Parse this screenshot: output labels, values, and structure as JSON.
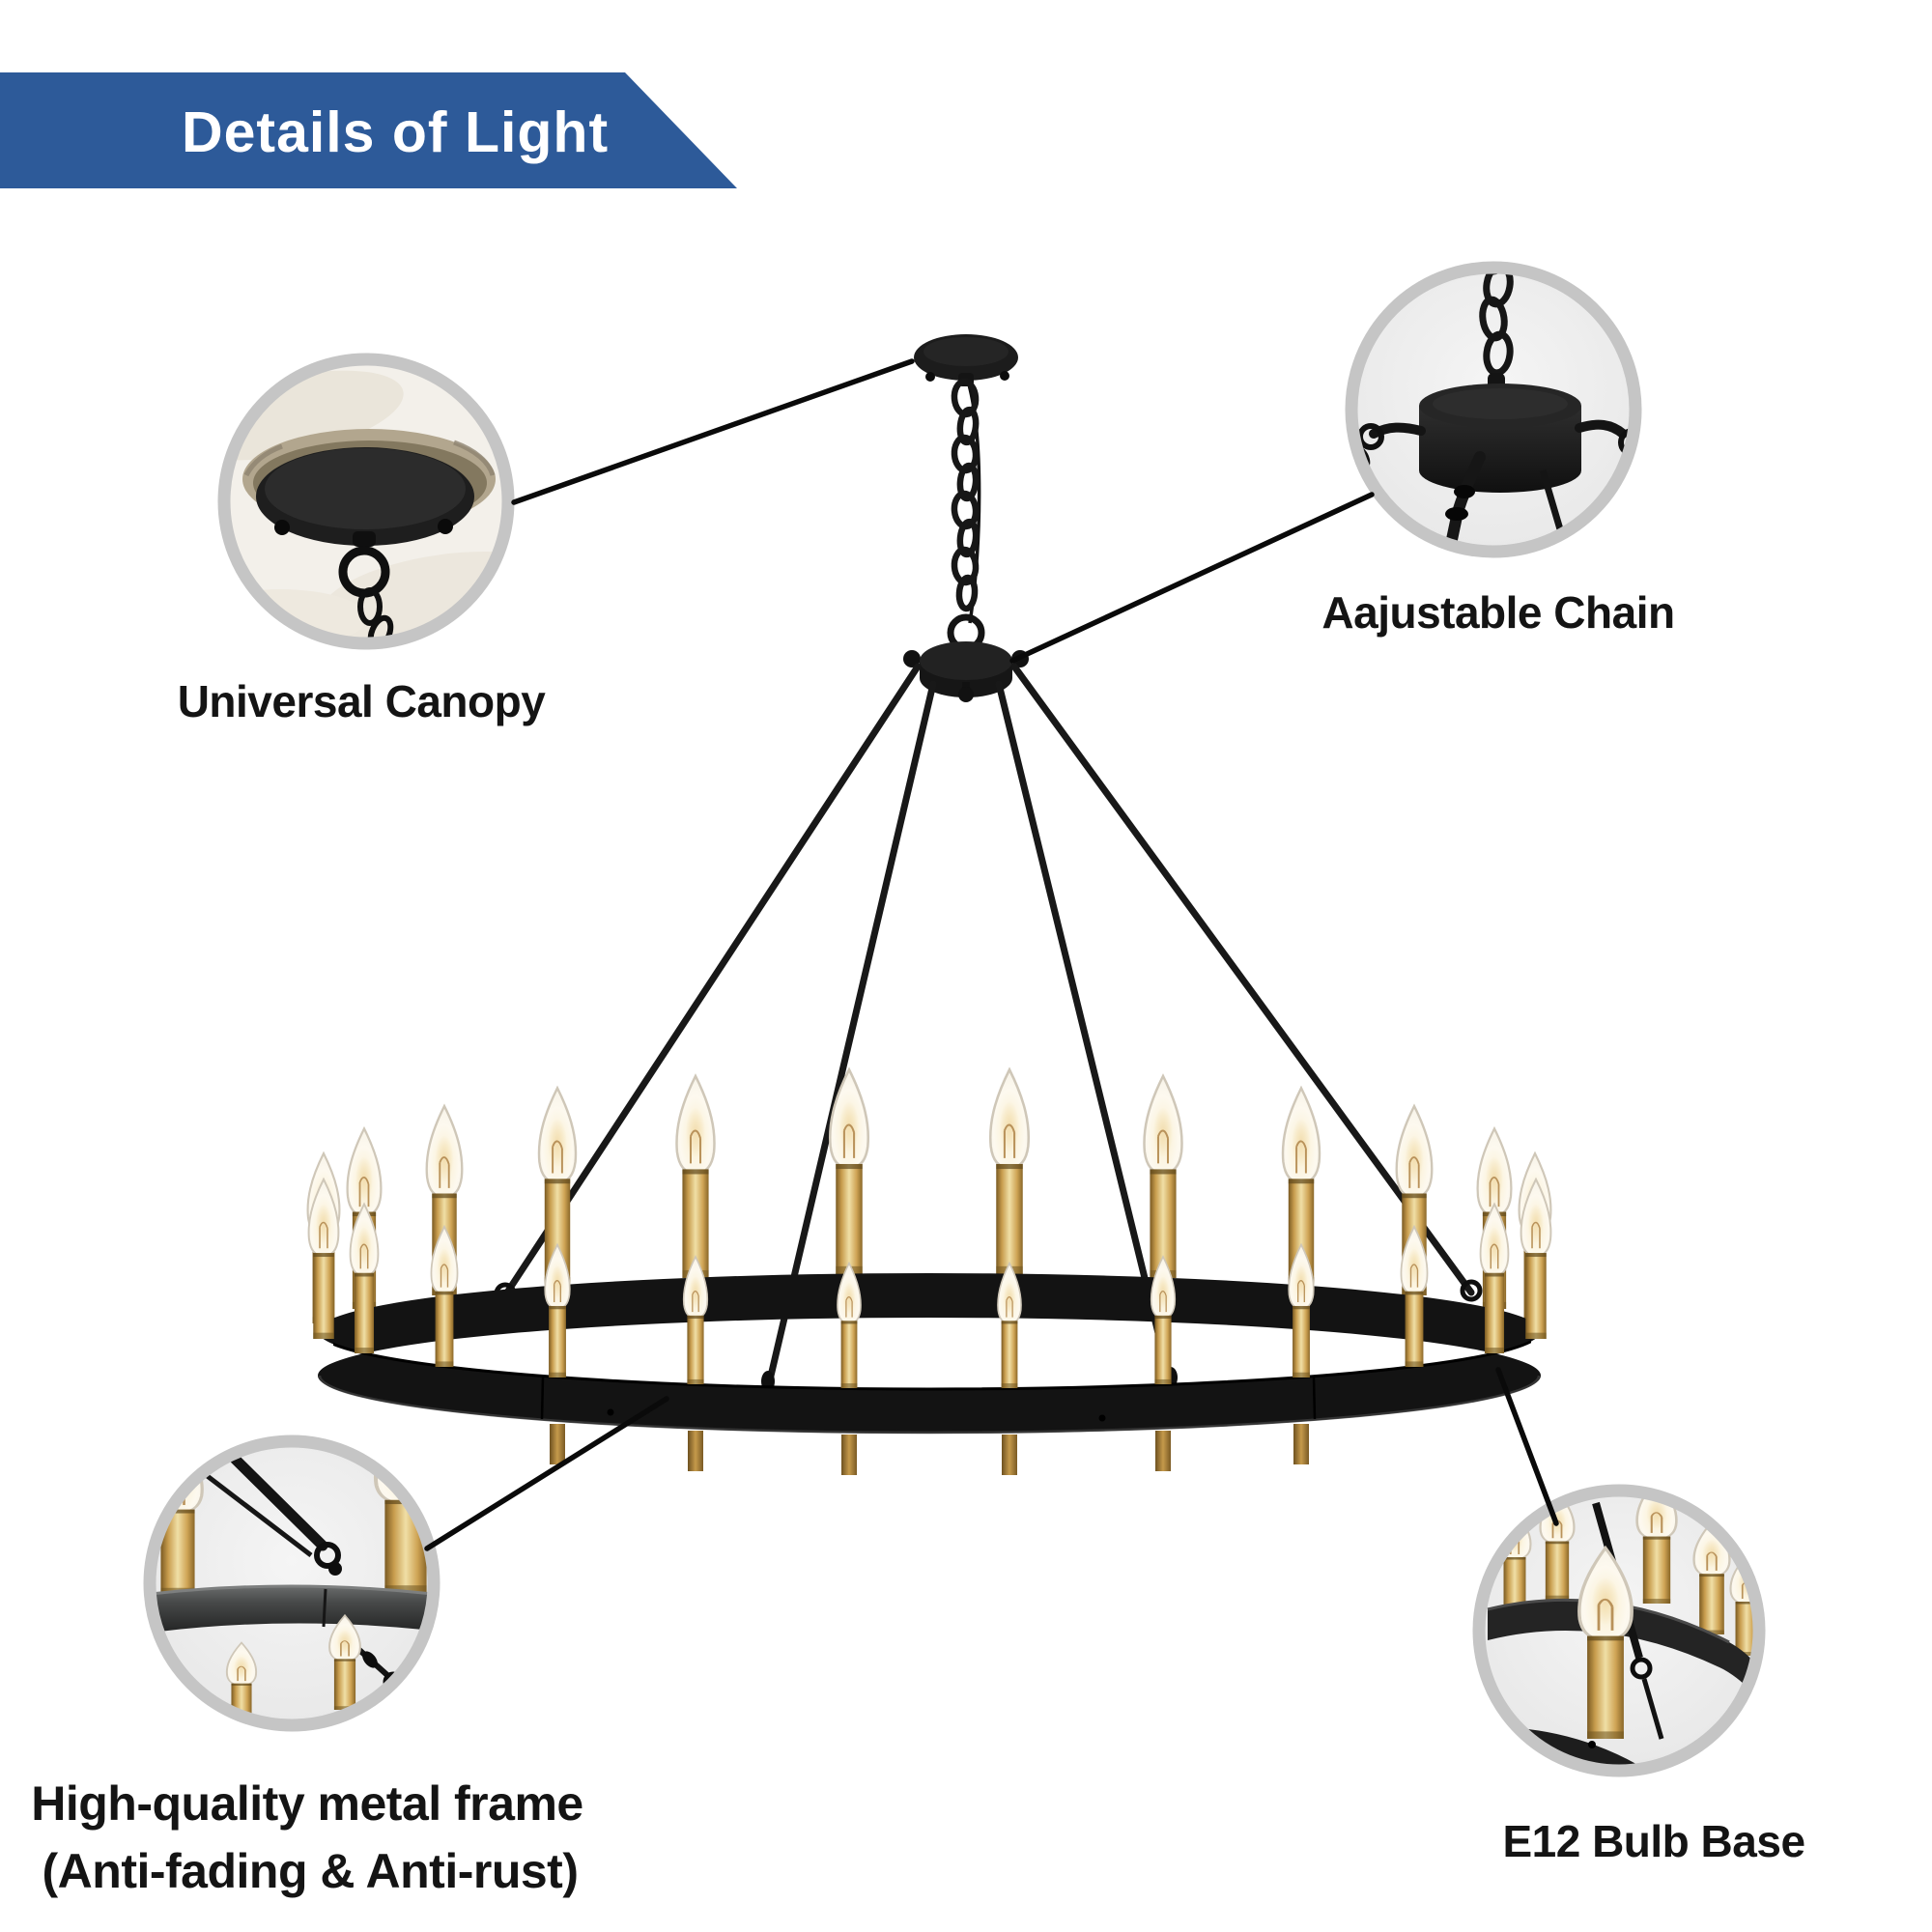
{
  "banner": {
    "title": "Details of Light",
    "bg_color": "#2d5a99",
    "text_color": "#ffffff"
  },
  "callouts": {
    "canopy": {
      "label": "Universal Canopy"
    },
    "chain": {
      "label": "Aajustable Chain"
    },
    "frame": {
      "line1": "High-quality metal frame",
      "line2": "(Anti-fading & Anti-rust)"
    },
    "bulb": {
      "label": "E12 Bulb Base"
    }
  },
  "colors": {
    "accent_blue": "#2d5a99",
    "metal_black": "#151515",
    "brass_gold": "#c49a45",
    "circle_border_gray": "#c5c5c5",
    "background": "#ffffff"
  }
}
